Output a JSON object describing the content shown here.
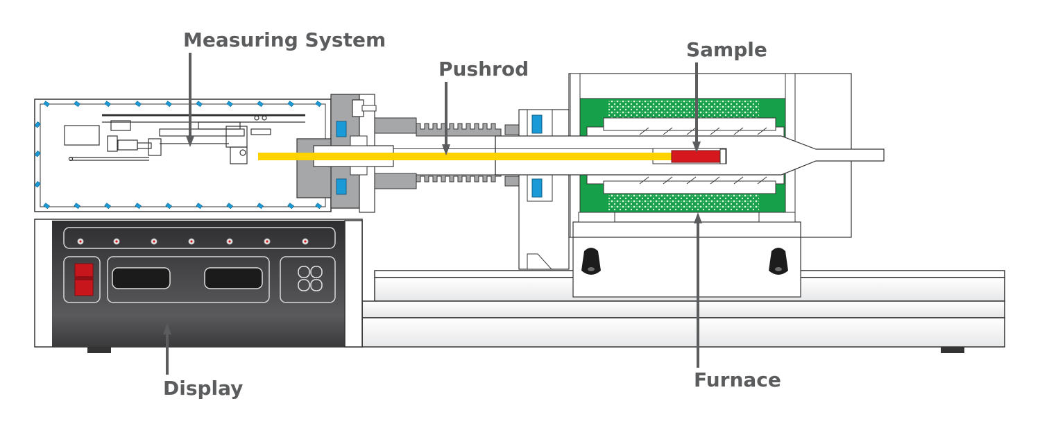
{
  "labels": {
    "measuring_system": "Measuring System",
    "pushrod": "Pushrod",
    "sample": "Sample",
    "display": "Display",
    "furnace": "Furnace"
  },
  "colors": {
    "outline": "#333333",
    "label_gray": "#5b5c5e",
    "housing_dark": "#3f3f41",
    "flange_gray": "#a6a7a9",
    "pushrod_yellow": "#ffd200",
    "sample_red": "#d4181e",
    "furnace_green": "#17a04a",
    "insulation_light_green": "#bfe8c4",
    "seal_blue": "#1a9ad6",
    "switch_red": "#c8161d"
  }
}
